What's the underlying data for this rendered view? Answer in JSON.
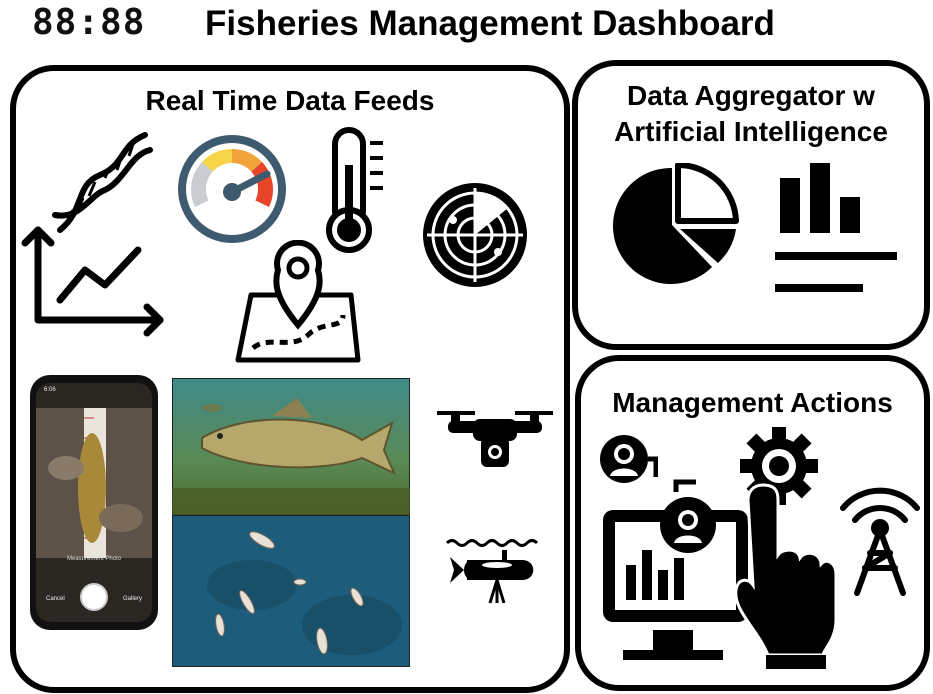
{
  "header": {
    "clock": "88:88",
    "title": "Fisheries Management Dashboard"
  },
  "panels": {
    "feeds": {
      "title": "Real Time Data Feeds"
    },
    "aggregator": {
      "title_line1": "Data Aggregator w",
      "title_line2": "Artificial Intelligence"
    },
    "actions": {
      "title": "Management Actions"
    }
  },
  "phone": {
    "time": "6:06",
    "photo_label": "Measurement Photo",
    "cancel_label": "Cancel",
    "gallery_label": "Gallery"
  },
  "icons": [
    "dna-icon",
    "gauge-icon",
    "thermometer-icon",
    "radar-icon",
    "trend-chart-icon",
    "map-pin-icon",
    "drone-icon",
    "underwater-glider-icon",
    "pie-chart-icon",
    "bar-chart-icon",
    "user-icon",
    "gear-icon",
    "monitor-icon",
    "pointing-hand-icon",
    "antenna-icon"
  ],
  "colors": {
    "gauge_red": "#e8442a",
    "gauge_orange": "#f2a33a",
    "gauge_yellow": "#f5d547",
    "gauge_blue": "#3d5a6e",
    "water_green": "#5f8a5a",
    "water_blue": "#1d5c7a"
  }
}
